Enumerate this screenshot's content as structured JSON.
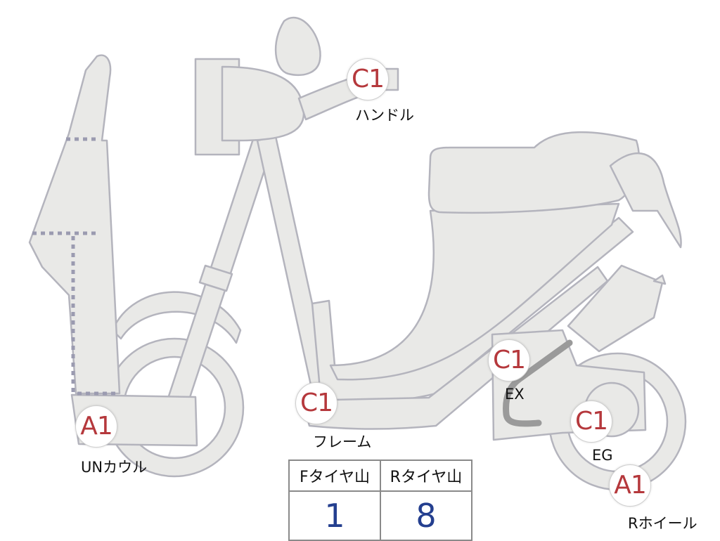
{
  "parts": [
    {
      "id": "handle",
      "grade": "C1",
      "label": "ハンドル"
    },
    {
      "id": "frame",
      "grade": "C1",
      "label": "フレーム"
    },
    {
      "id": "exhaust",
      "grade": "C1",
      "label": "EX"
    },
    {
      "id": "engine",
      "grade": "C1",
      "label": "EG"
    },
    {
      "id": "under-cowl",
      "grade": "A1",
      "label": "UNカウル"
    },
    {
      "id": "rear-wheel",
      "grade": "A1",
      "label": "Rホイール"
    }
  ],
  "tire_table": {
    "headers": [
      "Fタイヤ山",
      "Rタイヤ山"
    ],
    "values": [
      "1",
      "8"
    ]
  },
  "colors": {
    "part_fill": "#e9e9e7",
    "part_stroke": "#b4b4bd",
    "grade_text": "#b5383c",
    "value_text": "#243f8f",
    "dotted_line": "#9b9bb0"
  }
}
